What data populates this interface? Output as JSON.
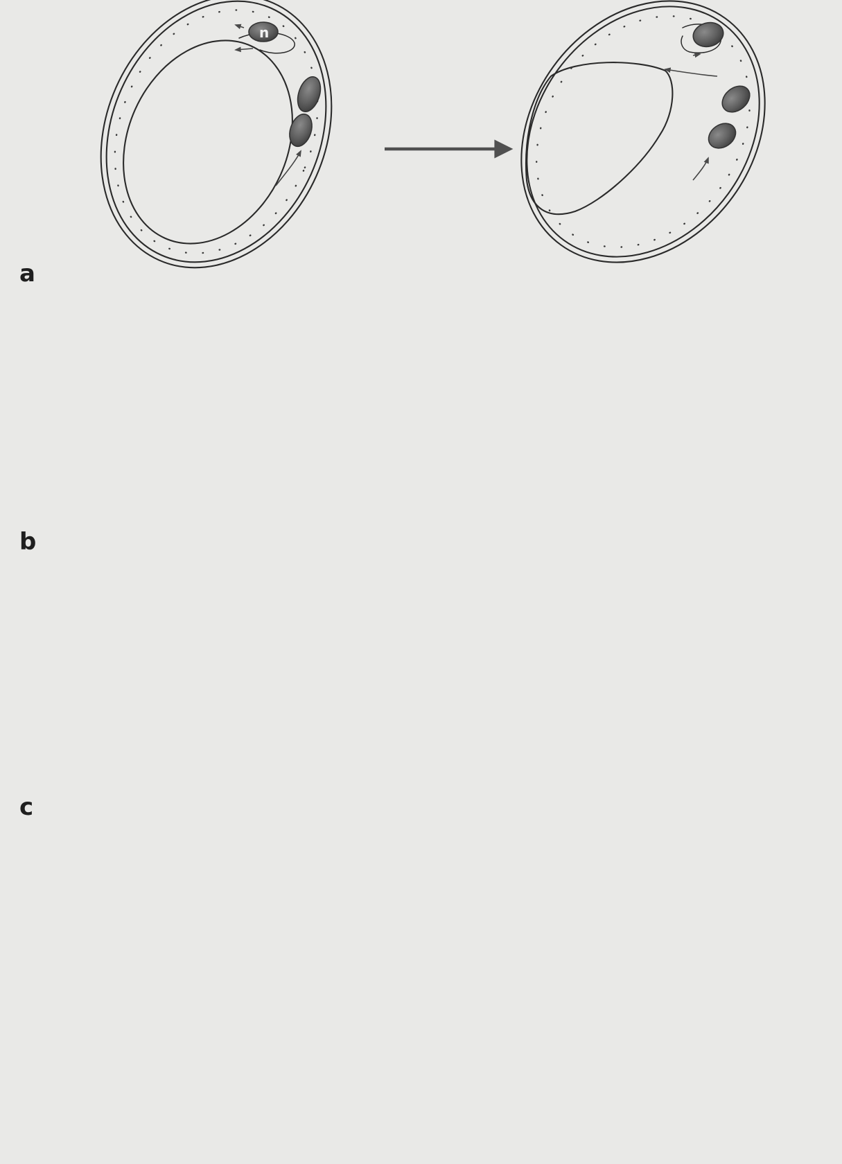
{
  "figure": {
    "panels": [
      {
        "id": "a",
        "label": "a"
      },
      {
        "id": "b",
        "label": "b"
      },
      {
        "id": "c",
        "label": "c"
      },
      {
        "id": "d",
        "label": ""
      }
    ],
    "nucleus_marker": "n"
  },
  "colors": {
    "background": "#e9e9e7",
    "line": "#2a2a2a",
    "nucleus": "#6a6a6a",
    "arrow": "#505050"
  }
}
